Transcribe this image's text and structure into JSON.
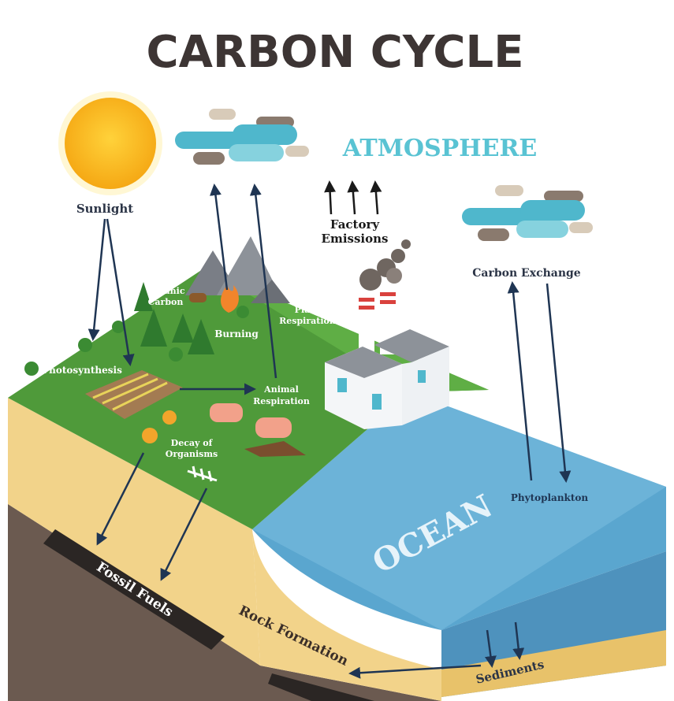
{
  "title": "CARBON CYCLE",
  "labels": {
    "atmosphere": "ATMOSPHERE",
    "sunlight": "Sunlight",
    "factory_line1": "Factory",
    "factory_line2": "Emissions",
    "carbon_exchange": "Carbon Exchange",
    "organic_line1": "Organic",
    "organic_line2": "Carbon",
    "burning": "Burning",
    "plant_line1": "Plant",
    "plant_line2": "Respiration",
    "photosynthesis": "Photosynthesis",
    "animal_line1": "Animal",
    "animal_line2": "Respiration",
    "decay_line1": "Decay of",
    "decay_line2": "Organisms",
    "phytoplankton": "Phytoplankton",
    "ocean": "OCEAN",
    "fossil_fuels": "Fossil Fuels",
    "rock_formation": "Rock Formation",
    "sediments": "Sediments"
  },
  "colors": {
    "title": "#3d3534",
    "atmosphere_text": "#59c3d3",
    "label_dark": "#2b3446",
    "sun": "#f7b71e",
    "grass": "#4f9a3a",
    "soil": "#f2d38a",
    "rock": "#6b5a50",
    "ocean": "#5aa6cf",
    "arrow": "#1f3553",
    "cloud_teal": "#4fb7cc",
    "cloud_brown": "#8a7a6e"
  }
}
